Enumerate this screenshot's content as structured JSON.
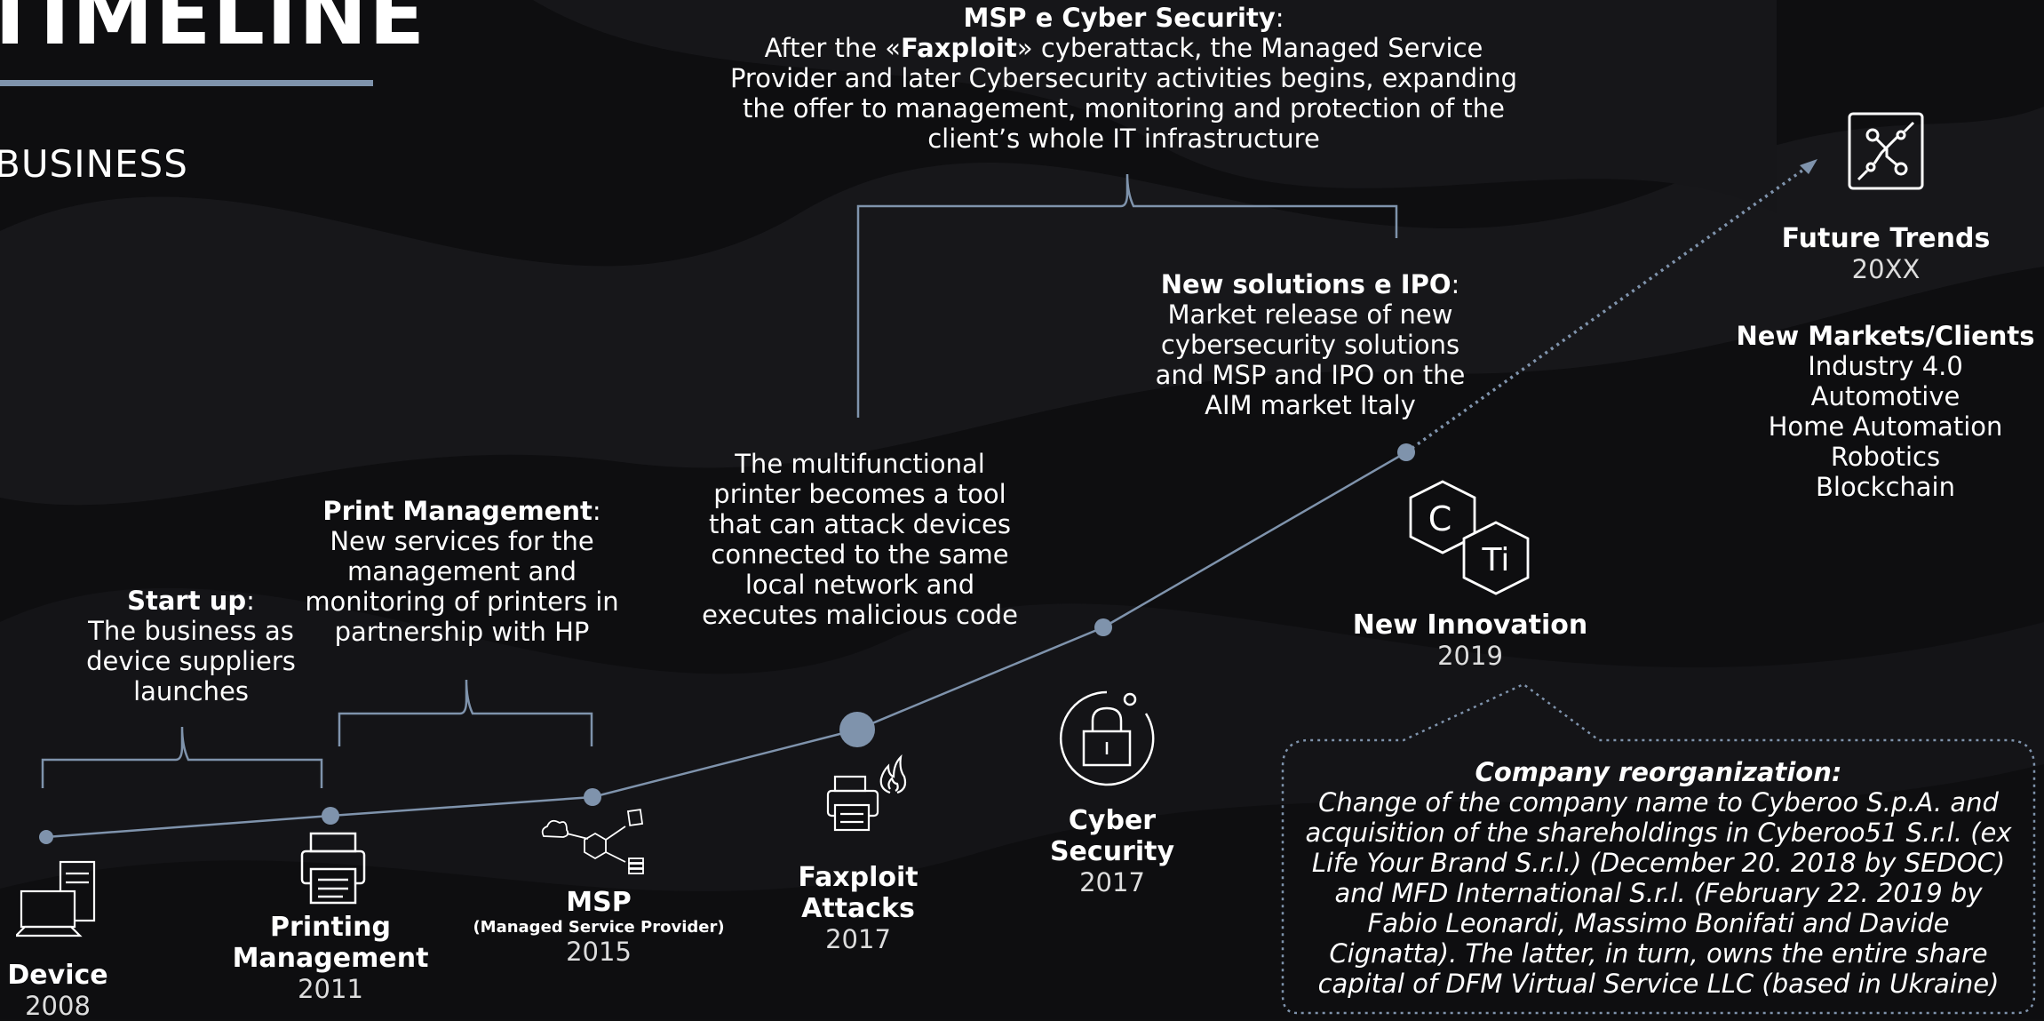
{
  "header": {
    "title": "TIMELINE",
    "subtitle": "BUSINESS"
  },
  "colors": {
    "accent": "#7f93ac",
    "background": "#0f0f11",
    "text": "#ffffff"
  },
  "milestones": {
    "device": {
      "label": "Device",
      "year": "2008",
      "icon": "computer-icon"
    },
    "printing": {
      "label_line1": "Printing",
      "label_line2": "Management",
      "year": "2011",
      "icon": "printer-icon"
    },
    "msp": {
      "label": "MSP",
      "note": "(Managed Service Provider)",
      "year": "2015",
      "icon": "network-icon"
    },
    "faxploit": {
      "label_line1": "Faxploit",
      "label_line2": "Attacks",
      "year": "2017",
      "icon": "printer-fire-icon"
    },
    "cyber": {
      "label_line1": "Cyber",
      "label_line2": "Security",
      "year": "2017",
      "icon": "lock-icon"
    },
    "innovation": {
      "label": "New Innovation",
      "year": "2019",
      "icon": "ctl-hexagon-logo"
    },
    "future": {
      "label": "Future Trends",
      "year": "20XX",
      "icon": "circuit-icon"
    }
  },
  "descriptions": {
    "startup": {
      "title": "Start up",
      "colon": ":",
      "lines": [
        "The business as",
        "device suppliers",
        "launches"
      ]
    },
    "print_mgmt": {
      "title": "Print Management",
      "colon": ":",
      "lines": [
        "New services for the",
        "management and",
        "monitoring of printers in",
        "partnership with HP"
      ]
    },
    "printer_tool": {
      "lines": [
        "The multifunctional",
        "printer becomes a tool",
        "that can attack devices",
        "connected to the same",
        "local network and",
        "executes malicious code"
      ]
    },
    "msp_cyber": {
      "title": "MSP e Cyber Security",
      "colon": ":",
      "line1_pre": "After the «",
      "line1_bold": "Faxploit",
      "line1_post": "» cyberattack, the Managed Service",
      "lines": [
        "Provider and later Cybersecurity activities begins, expanding",
        "the offer to management, monitoring and protection of the",
        "client’s whole IT infrastructure"
      ]
    },
    "new_solutions": {
      "title": "New solutions e IPO",
      "colon": ":",
      "lines": [
        "Market release of new",
        "cybersecurity solutions",
        "and MSP and IPO on the",
        "AIM market Italy"
      ]
    },
    "new_markets": {
      "title": "New Markets/Clients",
      "items": [
        "Industry 4.0",
        "Automotive",
        "Home Automation",
        "Robotics",
        "Blockchain"
      ]
    },
    "reorg": {
      "title": "Company reorganization:",
      "lines": [
        "Change of the company name to Cyberoo S.p.A. and",
        "acquisition of the shareholdings in Cyberoo51 S.r.l. (ex",
        "Life Your Brand S.r.l.) (December 20. 2018 by SEDOC)",
        "and MFD International S.r.l. (February 22. 2019 by",
        "Fabio Leonardi, Massimo Bonifati and Davide",
        "Cignatta). The latter, in turn, owns the entire share",
        "capital of DFM Virtual Service LLC (based in Ukraine)"
      ]
    }
  },
  "logo": {
    "letter1": "C",
    "letter2": "Ti"
  }
}
